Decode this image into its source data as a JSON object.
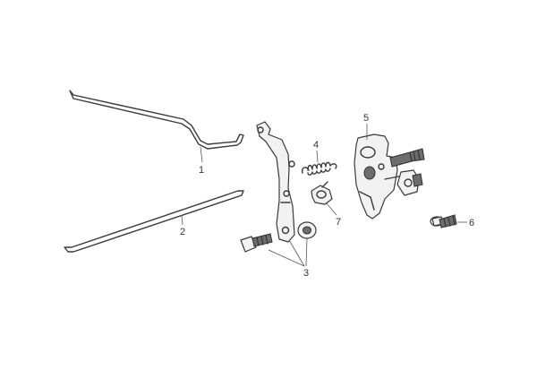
{
  "callouts": {
    "rod_upper": "1",
    "rod_lower": "2",
    "group_3": "3",
    "spring": "4",
    "bracket": "5",
    "bolt": "6",
    "clip": "7"
  },
  "colors": {
    "line": "#3a3a3a",
    "background": "#ffffff"
  }
}
